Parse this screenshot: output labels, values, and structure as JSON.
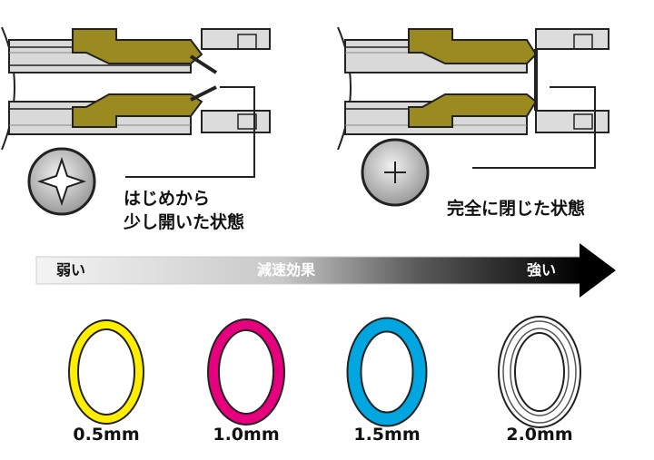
{
  "diagrams": [
    {
      "state_label": "はじめから",
      "state_label_line2": "少し開いた状態",
      "screw_head": "phillips-cross-icon"
    },
    {
      "state_label": "完全に閉じた状態",
      "screw_head": "plus-sign-icon"
    }
  ],
  "effect_bar": {
    "left_label": "弱い",
    "center_label": "減速効果",
    "right_label": "強い",
    "gradient_from": "#f2f2f2",
    "gradient_to": "#000000"
  },
  "o_rings": [
    {
      "size_label": "0.5mm",
      "color": "#ffee00"
    },
    {
      "size_label": "1.0mm",
      "color": "#e6007e"
    },
    {
      "size_label": "1.5mm",
      "color": "#00a6e0"
    },
    {
      "size_label": "2.0mm",
      "color": "#ffffff"
    }
  ],
  "colors": {
    "brass": "#9b8a1f",
    "metal": "#d9d9d9",
    "outline": "#222222"
  }
}
